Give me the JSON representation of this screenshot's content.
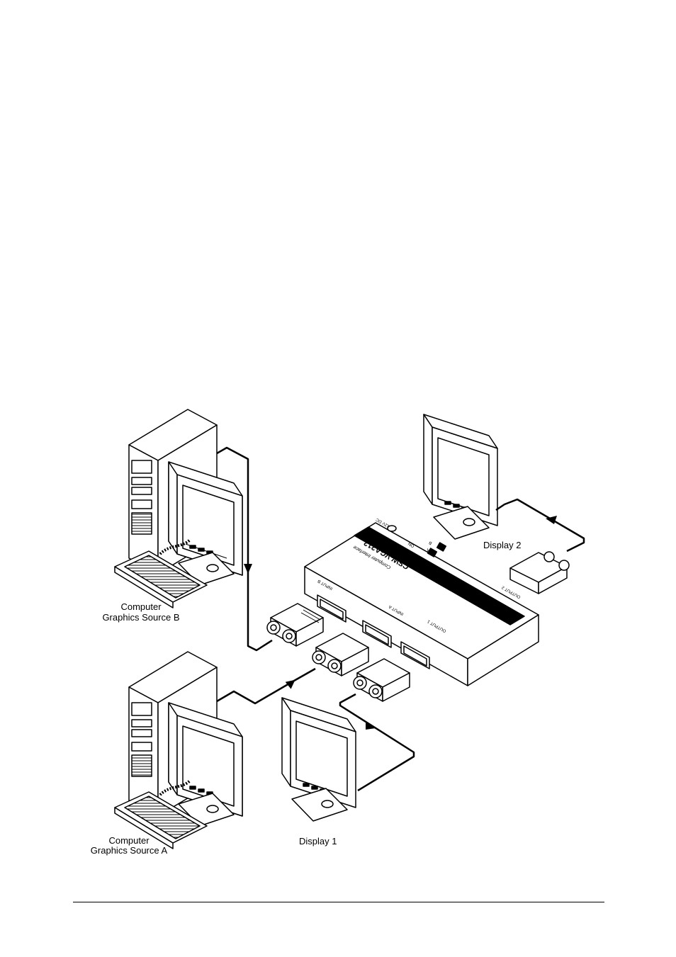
{
  "labels": {
    "source_b_line1": "Computer",
    "source_b_line2": "Graphics Source B",
    "source_a_line1": "Computer",
    "source_a_line2": "Graphics Source A",
    "display_1": "Display 1",
    "display_2": "Display 2"
  },
  "device": {
    "model": "CSW-VGA212",
    "title": "VGA Switcher/Distributor",
    "brand": "Computer Interface",
    "power": "12V DC",
    "on": "ON",
    "select_a": "A",
    "select_b": "B",
    "input_a": "INPUT A",
    "input_b": "INPUT B",
    "output_1": "OUTPUT 1",
    "output_2": "OUTPUT 2"
  }
}
